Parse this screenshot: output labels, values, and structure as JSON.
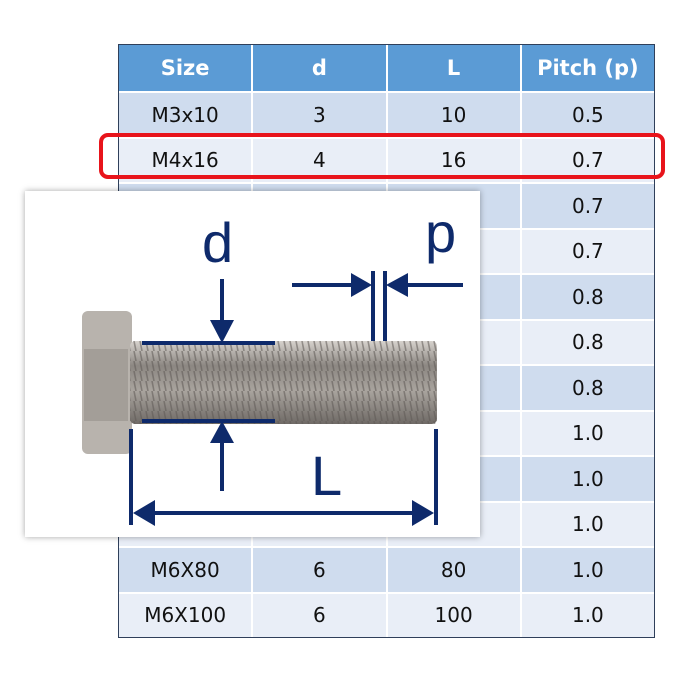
{
  "table": {
    "headers": [
      "Size",
      "d",
      "L",
      "Pitch (p)"
    ],
    "rows": [
      {
        "size": "M3x10",
        "d": "3",
        "L": "10",
        "pitch": "0.5"
      },
      {
        "size": "M4x16",
        "d": "4",
        "L": "16",
        "pitch": "0.7"
      },
      {
        "pitch": "0.7"
      },
      {
        "pitch": "0.7"
      },
      {
        "pitch": "0.8"
      },
      {
        "pitch": "0.8"
      },
      {
        "pitch": "0.8"
      },
      {
        "pitch": "1.0"
      },
      {
        "pitch": "1.0"
      },
      {
        "pitch": "1.0"
      },
      {
        "size": "M6X80",
        "d": "6",
        "L": "80",
        "pitch": "1.0"
      },
      {
        "size": "M6X100",
        "d": "6",
        "L": "100",
        "pitch": "1.0"
      }
    ]
  },
  "diagram": {
    "label_d": "d",
    "label_p": "p",
    "label_L": "L"
  },
  "colors": {
    "header": "#5b9bd5",
    "highlight": "#e8141b",
    "dimension": "#0e2a6b"
  }
}
